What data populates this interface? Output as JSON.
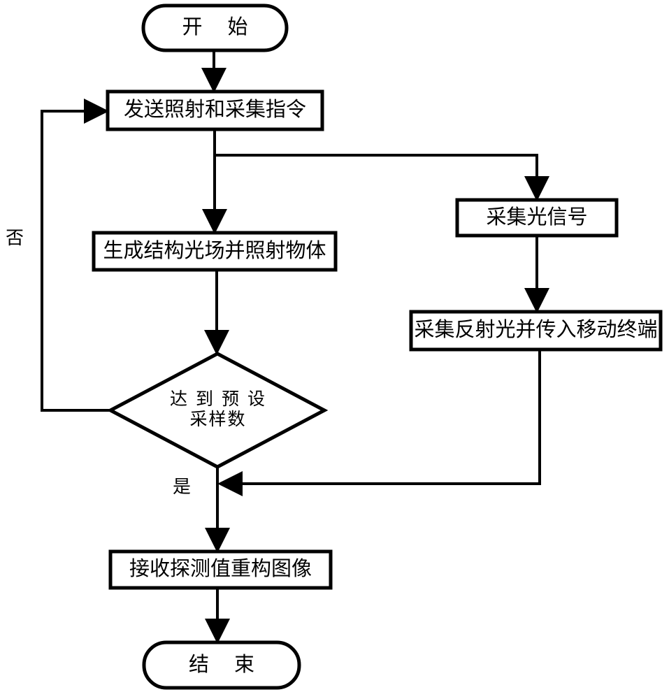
{
  "diagram": {
    "type": "flowchart",
    "title": "",
    "language": "zh-CN",
    "stroke_color": "#000000",
    "fill_color": "#ffffff",
    "nodes": [
      {
        "id": "start",
        "shape": "terminator",
        "label": "开始"
      },
      {
        "id": "send_cmd",
        "shape": "process",
        "label": "发送照射和采集指令"
      },
      {
        "id": "gen_field",
        "shape": "process",
        "label": "生成结构光场并照射物体"
      },
      {
        "id": "collect_signal",
        "shape": "process",
        "label": "采集光信号"
      },
      {
        "id": "collect_reflect",
        "shape": "process",
        "label": "采集反射光并传入移动终端"
      },
      {
        "id": "decision",
        "shape": "decision",
        "label_line1": "达到预设",
        "label_line2": "采样数"
      },
      {
        "id": "reconstruct",
        "shape": "process",
        "label": "接收探测值重构图像"
      },
      {
        "id": "end",
        "shape": "terminator",
        "label": "结束"
      }
    ],
    "edge_labels": {
      "no": "否",
      "yes": "是"
    },
    "edges": [
      {
        "from": "start",
        "to": "send_cmd",
        "label": ""
      },
      {
        "from": "send_cmd",
        "to": "gen_field",
        "label": ""
      },
      {
        "from": "send_cmd",
        "to": "collect_signal",
        "label": ""
      },
      {
        "from": "collect_signal",
        "to": "collect_reflect",
        "label": ""
      },
      {
        "from": "gen_field",
        "to": "decision",
        "label": ""
      },
      {
        "from": "decision",
        "to": "send_cmd",
        "label": "否"
      },
      {
        "from": "decision",
        "to": "reconstruct",
        "label": "是"
      },
      {
        "from": "collect_reflect",
        "to": "reconstruct",
        "label": ""
      },
      {
        "from": "reconstruct",
        "to": "end",
        "label": ""
      }
    ]
  }
}
